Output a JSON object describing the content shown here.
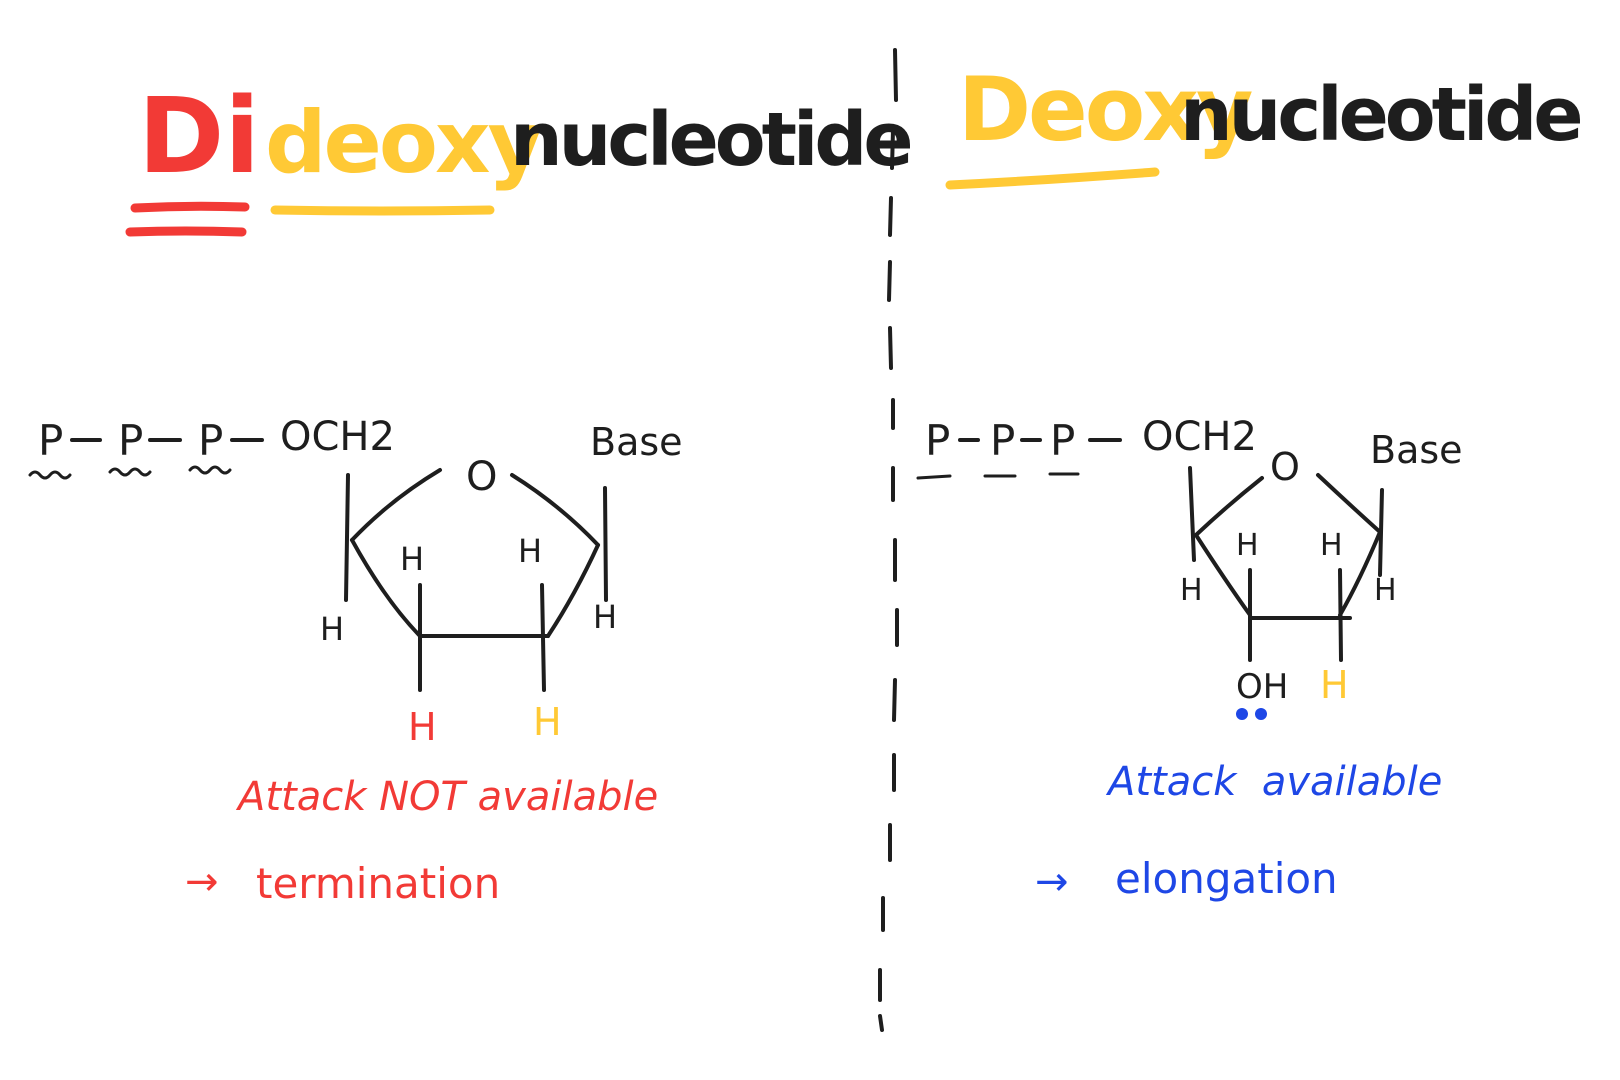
{
  "colors": {
    "red": "#F23A36",
    "yellow": "#FFC935",
    "black": "#1E1E1E",
    "blue": "#1E47E6"
  },
  "left": {
    "title_prefix": "Di",
    "title_middle": "deoxy",
    "title_suffix": "nucleotide",
    "phosphates": [
      "P",
      "P",
      "P"
    ],
    "linker": "OCH2",
    "ring_oxygen": "O",
    "base": "Base",
    "ring_h": [
      "H",
      "H",
      "H",
      "H"
    ],
    "bottom_h_left": "H",
    "bottom_h_right": "H",
    "message": "Attack NOT available",
    "arrow": "→",
    "result": "termination"
  },
  "right": {
    "title_middle": "Deoxy",
    "title_suffix": "nucleotide",
    "phosphates": [
      "P",
      "P",
      "P"
    ],
    "linker": "OCH2",
    "ring_oxygen": "O",
    "base": "Base",
    "ring_h": [
      "H",
      "H",
      "H",
      "H"
    ],
    "bottom_oh": "OH",
    "bottom_h": "H",
    "message": "Attack  available",
    "arrow": "→",
    "result": "elongation"
  }
}
